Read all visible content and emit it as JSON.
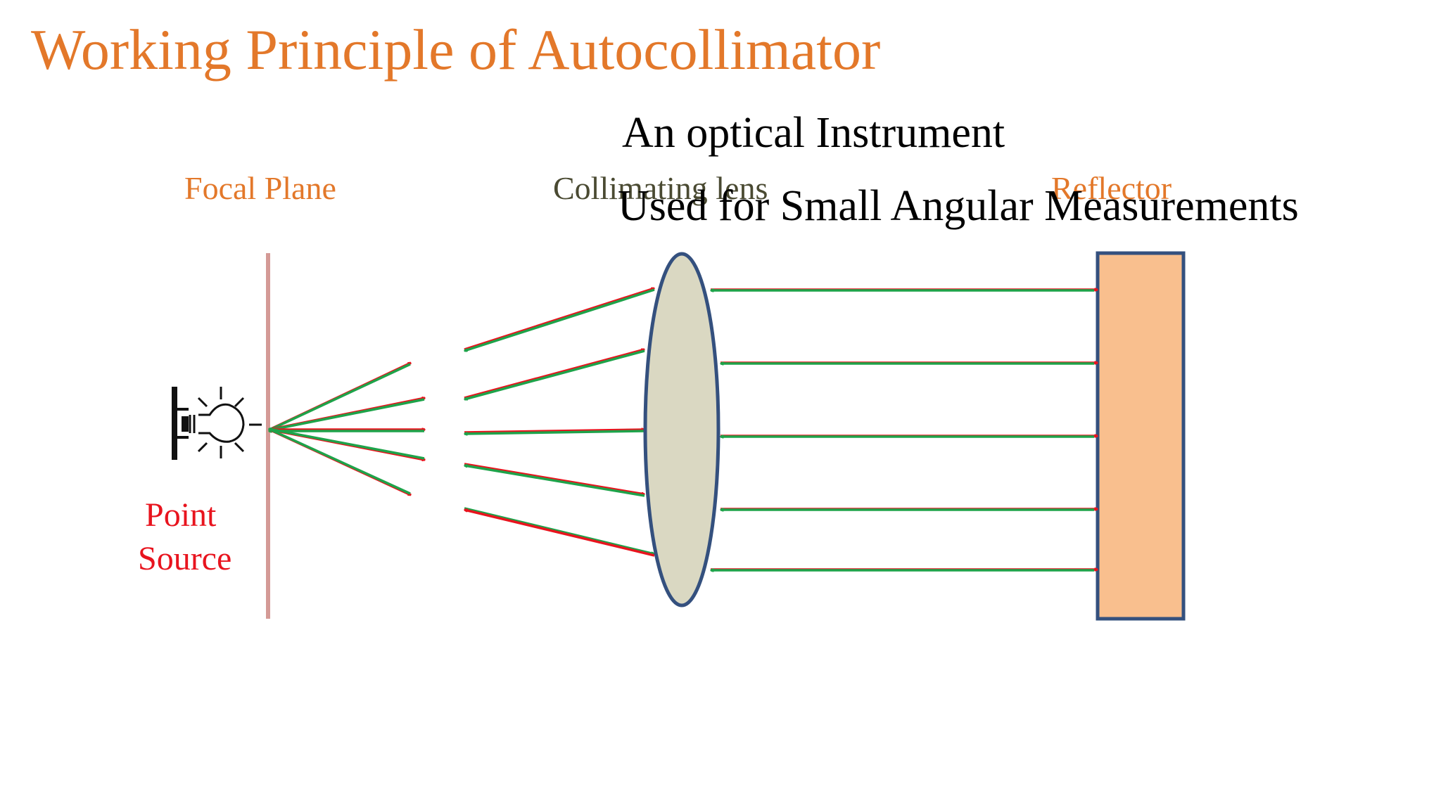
{
  "slide": {
    "title": "Working Principle of Autocollimator",
    "subtitle_line1": "An optical Instrument",
    "subtitle_line2": "Used for Small Angular Measurements"
  },
  "diagram": {
    "labels": {
      "focal_plane": "Focal Plane",
      "collimating_lens": "Collimating lens",
      "reflector": "Reflector",
      "point": "Point",
      "source": "Source"
    },
    "icons": {
      "light_source": "light-bulb-icon"
    },
    "colors": {
      "title": "#E3782A",
      "ray_outgoing": "#E8141E",
      "ray_returning": "#1EA34A",
      "lens_fill": "#DAD8C2",
      "lens_stroke": "#34507E",
      "reflector_fill": "#F9BF8E",
      "reflector_stroke": "#34507E",
      "focal_plane": "#D49A96"
    }
  }
}
